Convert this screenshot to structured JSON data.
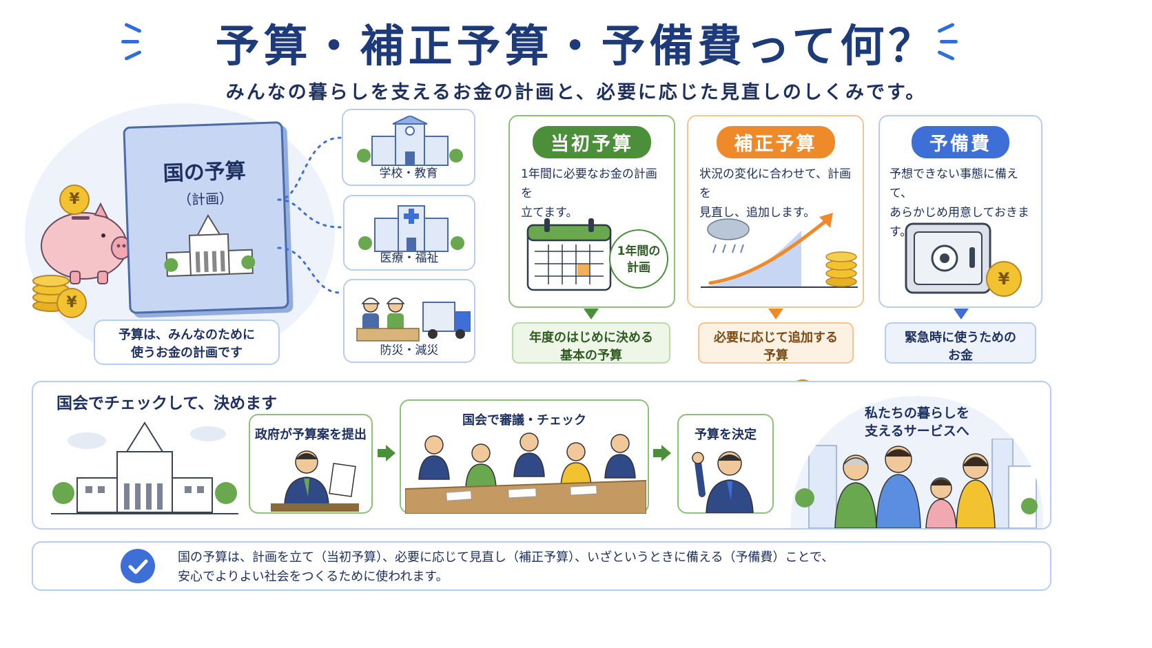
{
  "title": "予算・補正予算・予備費って何？",
  "subtitle": "みんなの暮らしを支えるお金の計画と、必要に応じた見直しのしくみです。",
  "book": {
    "title": "国の予算",
    "subtitle": "（計画）",
    "yen": "¥"
  },
  "book_caption": {
    "line1": "予算は、みんなのために",
    "line2": "使うお金の計画です"
  },
  "categories": [
    {
      "label": "学校・教育"
    },
    {
      "label": "医療・福祉"
    },
    {
      "label": "防災・減災"
    }
  ],
  "budget_types": [
    {
      "name": "当初予算",
      "desc1": "1年間に必要なお金の計画を",
      "desc2": "立てます。",
      "badge1": "1年間の",
      "badge2": "計画",
      "note1": "年度のはじめに決める",
      "note2": "基本の予算",
      "color": "#4c8f3a"
    },
    {
      "name": "補正予算",
      "desc1": "状況の変化に合わせて、計画を",
      "desc2": "見直し、追加します。",
      "note1": "必要に応じて追加する",
      "note2": "予算",
      "color": "#ee8a2a"
    },
    {
      "name": "予備費",
      "desc1": "予想できない事態に備えて、",
      "desc2": "あらかじめ用意しておきます。",
      "note1": "緊急時に使うための",
      "note2": "お金",
      "color": "#3d6fd6"
    }
  ],
  "process": {
    "heading": "国会でチェックして、決めます",
    "steps": [
      {
        "label": "政府が予算案を提出"
      },
      {
        "label": "国会で審議・チェック"
      },
      {
        "label": "予算を決定"
      }
    ],
    "result1": "私たちの暮らしを",
    "result2": "支えるサービスへ"
  },
  "summary": {
    "line1": "国の予算は、計画を立て（当初予算）、必要に応じて見直し（補正予算）、いざというときに備える（予備費）ことで、",
    "line2": "安心でよりよい社会をつくるために使われます。"
  },
  "colors": {
    "navy": "#1d3a7a",
    "green": "#4c8f3a",
    "orange": "#ee8a2a",
    "blue": "#3d6fd6",
    "gold": "#f2c230"
  }
}
